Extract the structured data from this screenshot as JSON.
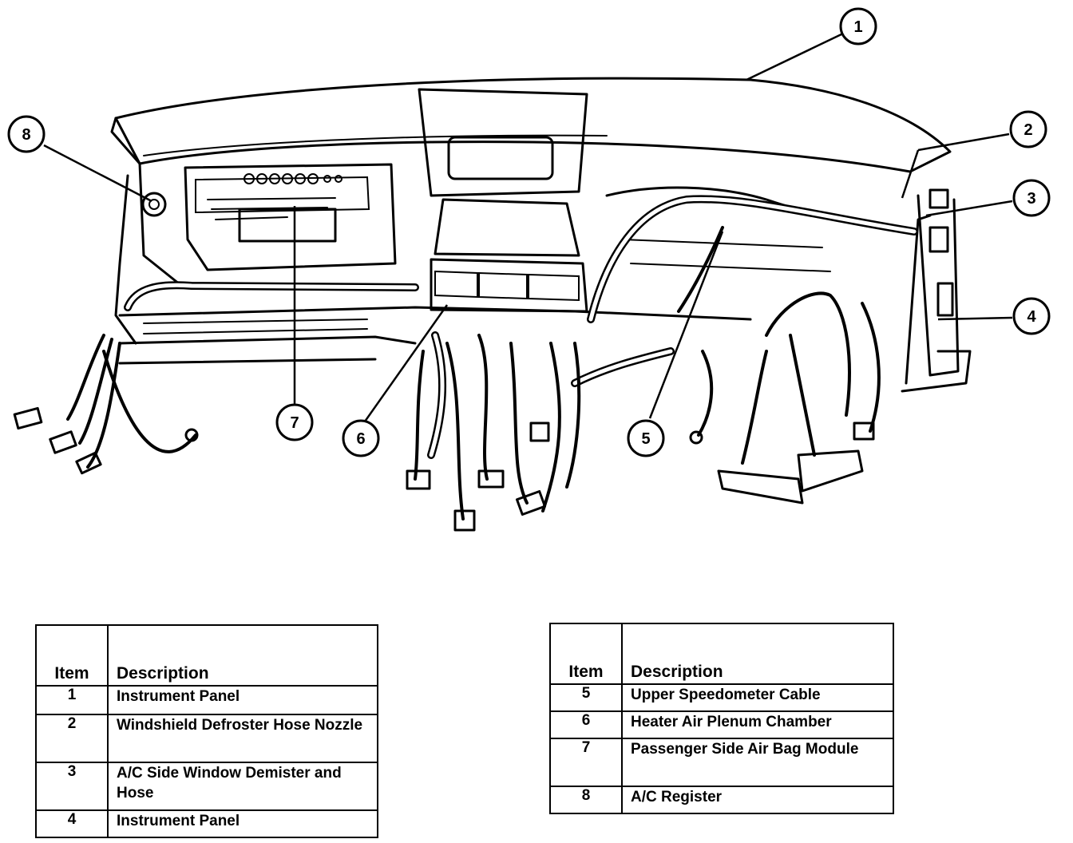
{
  "callouts": [
    "1",
    "2",
    "3",
    "4",
    "5",
    "6",
    "7",
    "8"
  ],
  "legend_left": {
    "header_item": "Item",
    "header_desc": "Description",
    "rows": [
      {
        "item": "1",
        "desc": "Instrument Panel"
      },
      {
        "item": "2",
        "desc": "Windshield Defroster Hose Nozzle"
      },
      {
        "item": "3",
        "desc": "A/C Side Window Demister and Hose"
      },
      {
        "item": "4",
        "desc": "Instrument Panel"
      }
    ]
  },
  "legend_right": {
    "header_item": "Item",
    "header_desc": "Description",
    "rows": [
      {
        "item": "5",
        "desc": "Upper Speedometer Cable"
      },
      {
        "item": "6",
        "desc": "Heater Air Plenum Chamber"
      },
      {
        "item": "7",
        "desc": "Passenger Side Air Bag Module"
      },
      {
        "item": "8",
        "desc": "A/C Register"
      }
    ]
  }
}
